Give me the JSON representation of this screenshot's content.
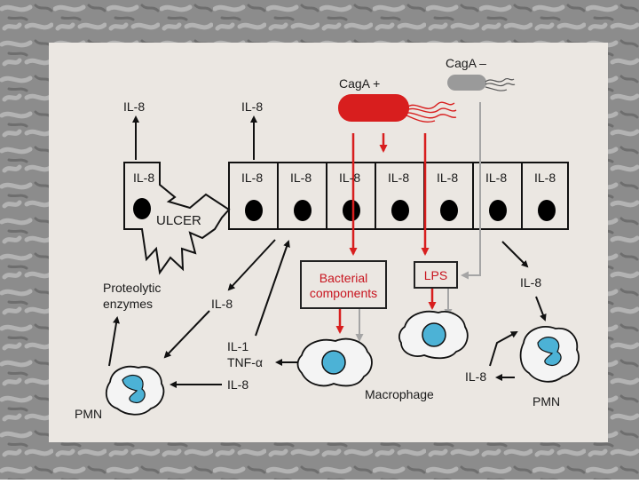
{
  "labels": {
    "cagA_pos": "CagA +",
    "cagA_neg": "CagA –",
    "il8": "IL-8",
    "ulcer": "ULCER",
    "proteolytic": "Proteolytic",
    "enzymes": "enzymes",
    "il1": "IL-1",
    "tnf": "TNF-α",
    "bacterial": "Bacterial",
    "components": "components",
    "lps": "LPS",
    "macrophage": "Macrophage",
    "pmn": "PMN"
  },
  "colors": {
    "red": "#d81e1e",
    "grey_arrow": "#a5a5a5",
    "cell_fill": "#4cb2d6",
    "nucleus": "#000000"
  }
}
